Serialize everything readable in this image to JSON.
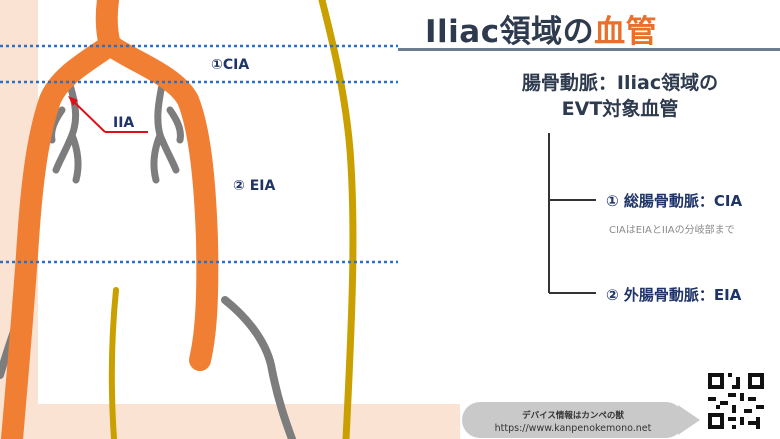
{
  "title": {
    "main": "Iliac領域の",
    "accent": "血管"
  },
  "subtitle": {
    "line1": "腸骨動脈：Iliac領域の",
    "line2": "EVT対象血管"
  },
  "labels": {
    "cia": "①CIA",
    "iia": "IIA",
    "eia": "② EIA"
  },
  "items": [
    {
      "label": "①  総腸骨動脈：CIA",
      "note": "CIAはEIAとIIAの分岐部まで"
    },
    {
      "label": "②  外腸骨動脈：EIA"
    }
  ],
  "credit": {
    "line1": "デバイス情報はカンペの獣",
    "line2": "https://www.kanpenokemono.net"
  },
  "colors": {
    "artery": "#f07f33",
    "branch": "#7d7d7d",
    "vein": "#c9a000",
    "dotted": "#2f6fbf",
    "pointer": "#e0101a",
    "bg_band": "#fbe3d3"
  }
}
